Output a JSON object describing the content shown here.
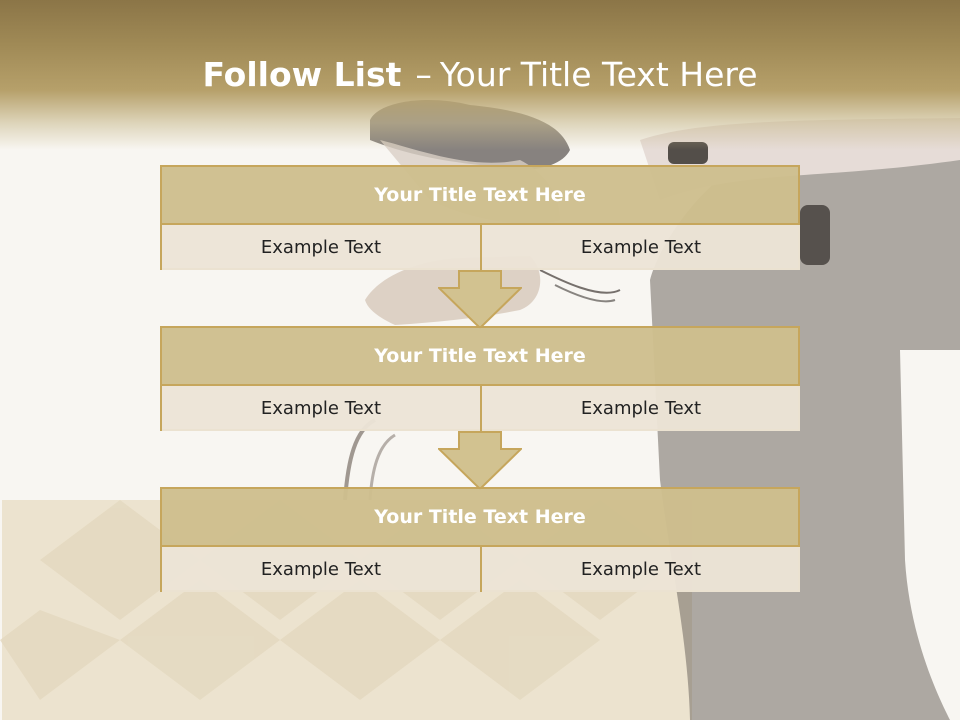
{
  "slide": {
    "title_bold": "Follow List",
    "title_separator": "–",
    "title_rest": "Your Title Text Here"
  },
  "blocks": [
    {
      "title": "Your Title Text Here",
      "left_text": "Example Text",
      "right_text": "Example Text"
    },
    {
      "title": "Your Title Text Here",
      "left_text": "Example Text",
      "right_text": "Example Text"
    },
    {
      "title": "Your Title Text Here",
      "left_text": "Example Text",
      "right_text": "Example Text"
    }
  ],
  "colors": {
    "header": "#8b7547",
    "block_title_fill": "#cebe8e",
    "block_border": "#c6a65c",
    "block_cell_fill": "#ece4d6",
    "arrow_fill": "#d2c290",
    "title_text": "#ffffff"
  }
}
